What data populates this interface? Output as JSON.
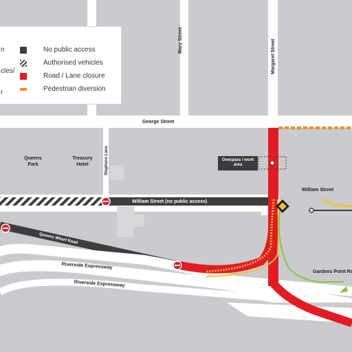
{
  "legend": {
    "items": [
      {
        "label": "No public access",
        "swatch": "solid-dark",
        "color": "#3d3d3d"
      },
      {
        "label": "Authorised vehicles",
        "swatch": "hatch",
        "color": "#3d3d3d"
      },
      {
        "label": "Road / Lane closure",
        "swatch": "solid-red",
        "color": "#e31b23"
      },
      {
        "label": "Pedestrian diversion",
        "swatch": "dash-orange",
        "color": "#f28c28"
      }
    ],
    "cut_fragments": [
      "n",
      "cles/",
      "r"
    ]
  },
  "streets": {
    "george": "George Street",
    "mary": "Mary Street",
    "margaret": "Margaret Street",
    "stephens_lane": "Stephens Lane",
    "william": "William Street",
    "william_closed": "William Street (no public access)",
    "queens_wharf": "Queens Wharf Road",
    "riverside_1": "Riverside Expressway",
    "riverside_2": "Riverside Expressway",
    "gardens_point": "Gardens Point Road"
  },
  "places": {
    "queens_park": "Queens Park",
    "treasury_hotel": "Treasury Hotel"
  },
  "overpass_label": "Overpass / work area",
  "colors": {
    "closure_red": "#e31b23",
    "no_access": "#3d3d3d",
    "pedestrian": "#f28c28",
    "traffic_yellow": "#f2c230",
    "block_grey": "#c9cbce",
    "road_white": "#ffffff",
    "water_green": "#8cc63f"
  },
  "icons": [
    "no-entry-icon",
    "traffic-sign-icon",
    "diversion-arrow-icon"
  ]
}
